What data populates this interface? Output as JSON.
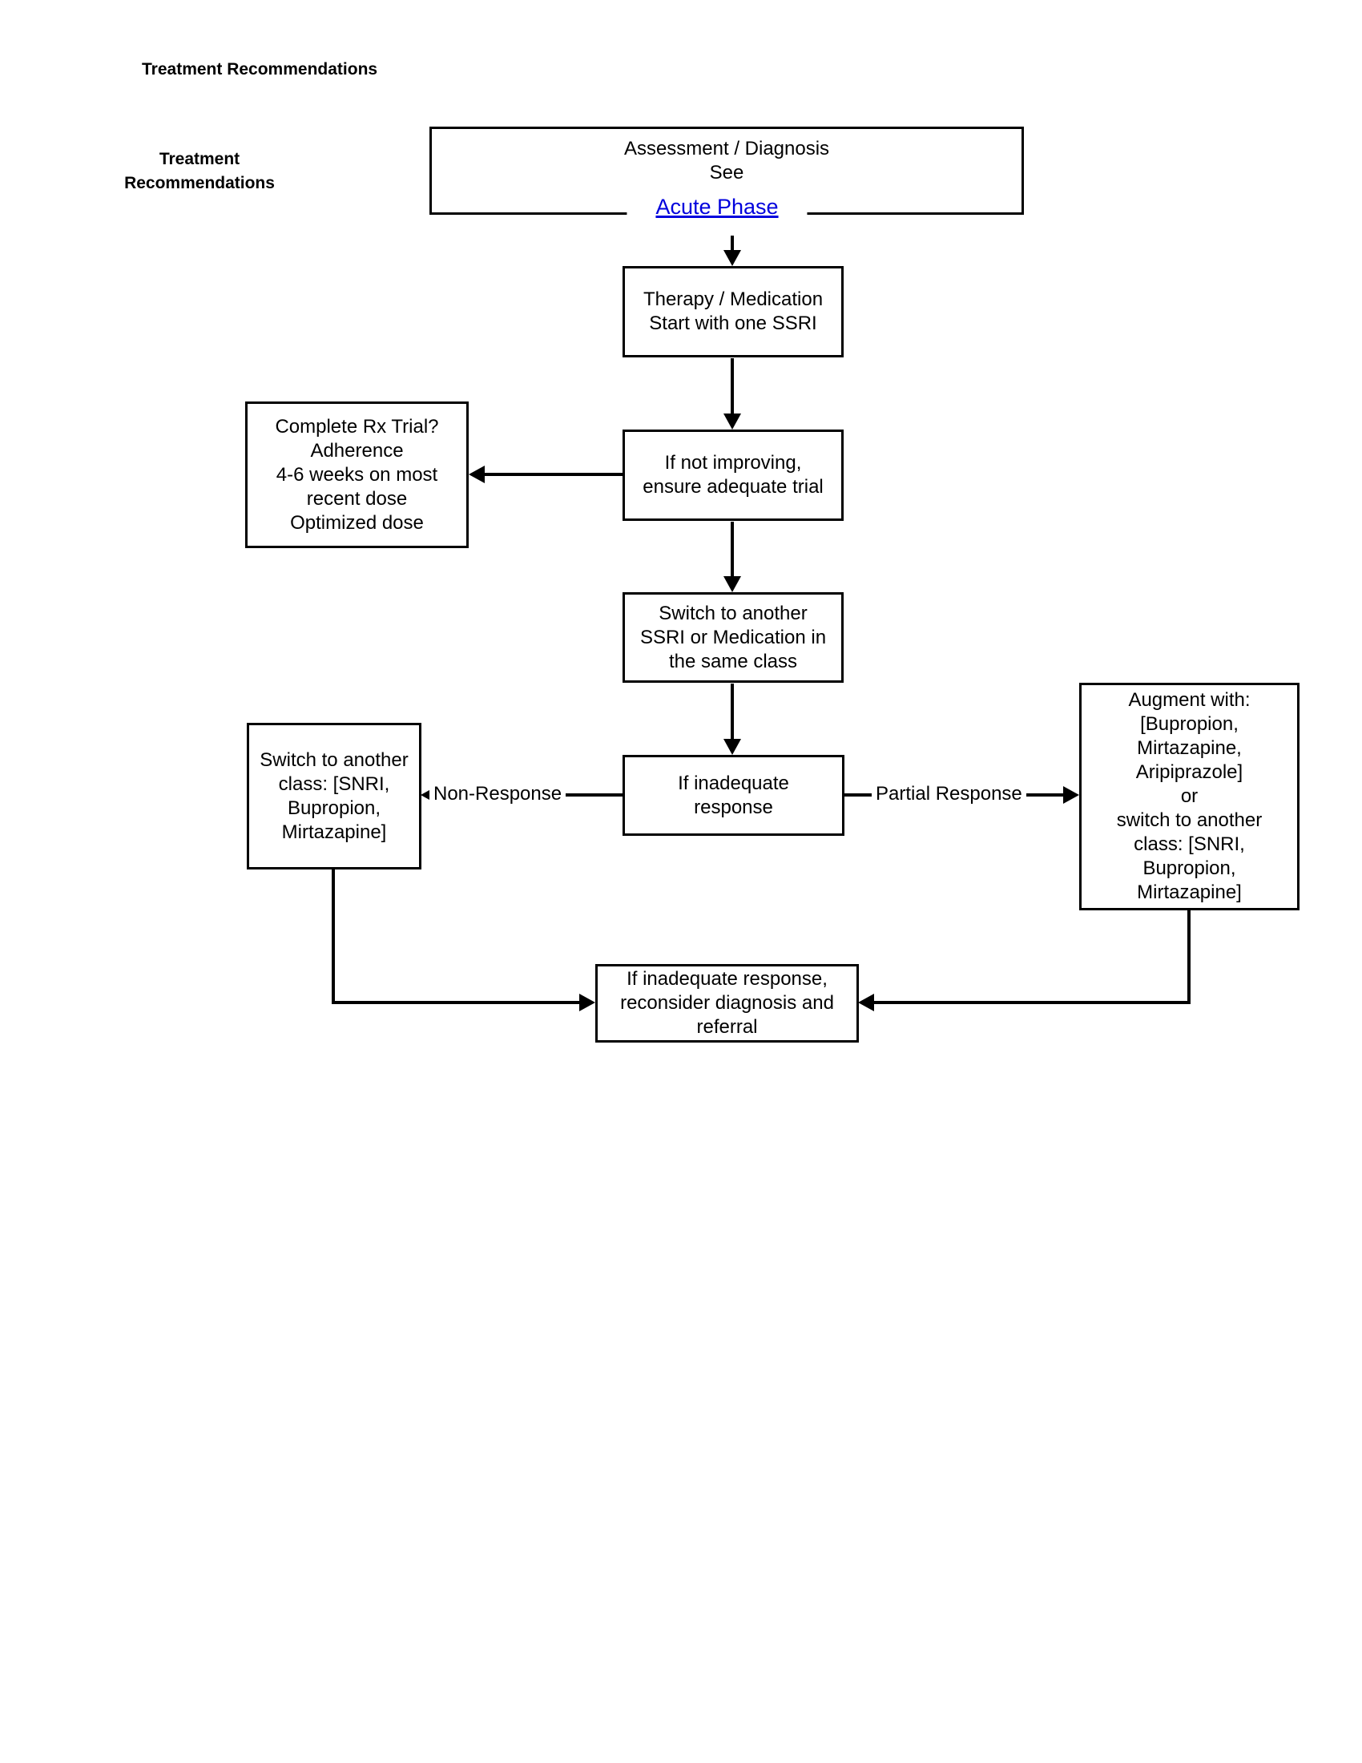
{
  "page": {
    "title": "Treatment Recommendations",
    "side_label": [
      "Treatment",
      "Recommendations"
    ]
  },
  "nodes": {
    "assessment": {
      "lines": [
        "Assessment / Diagnosis",
        "See"
      ],
      "link_label": "Acute Phase"
    },
    "therapy": {
      "lines": [
        "Therapy / Medication",
        "Start with one SSRI"
      ]
    },
    "ensure_trial": {
      "lines": [
        "If not improving,",
        "ensure adequate trial"
      ]
    },
    "complete_rx": {
      "lines": [
        "Complete Rx Trial?",
        "Adherence",
        "4-6 weeks on most",
        "recent dose",
        "Optimized dose"
      ]
    },
    "switch_same_class": {
      "lines": [
        "Switch to another",
        "SSRI or Medication in",
        "the same class"
      ]
    },
    "inadequate_response": {
      "lines": [
        "If inadequate",
        "response"
      ]
    },
    "switch_other_class": {
      "lines": [
        "Switch to another",
        "class: [SNRI,",
        "Bupropion,",
        "Mirtazapine]"
      ]
    },
    "augment": {
      "lines": [
        "Augment with:",
        "[Bupropion,",
        "Mirtazapine,",
        "Aripiprazole]",
        "or",
        "switch to another",
        "class: [SNRI,",
        "Bupropion,",
        "Mirtazapine]"
      ]
    },
    "reconsider": {
      "lines": [
        "If inadequate response,",
        "reconsider diagnosis and",
        "referral"
      ]
    }
  },
  "edges": {
    "non_response": "Non-Response",
    "partial_response": "Partial Response"
  },
  "colors": {
    "link": "#0000dd",
    "line": "#000000"
  }
}
